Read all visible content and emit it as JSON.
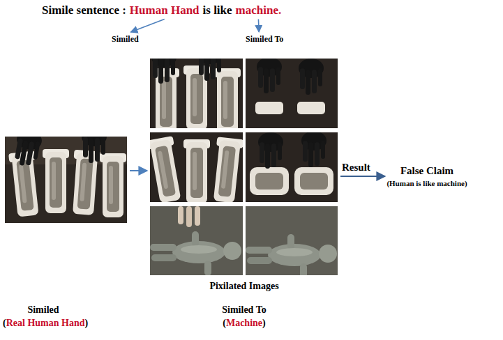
{
  "diagram": {
    "labels": [
      "Simile sentence :",
      "Human Hand",
      "is like",
      "machine.",
      "Similed",
      "Similed To",
      "Result",
      "False Claim",
      "(Human is like machine)",
      "Pixilated Images",
      "Similed",
      "(",
      "Real Human Hand",
      ")",
      "Similed To",
      "(",
      "Machine",
      ")"
    ]
  }
}
